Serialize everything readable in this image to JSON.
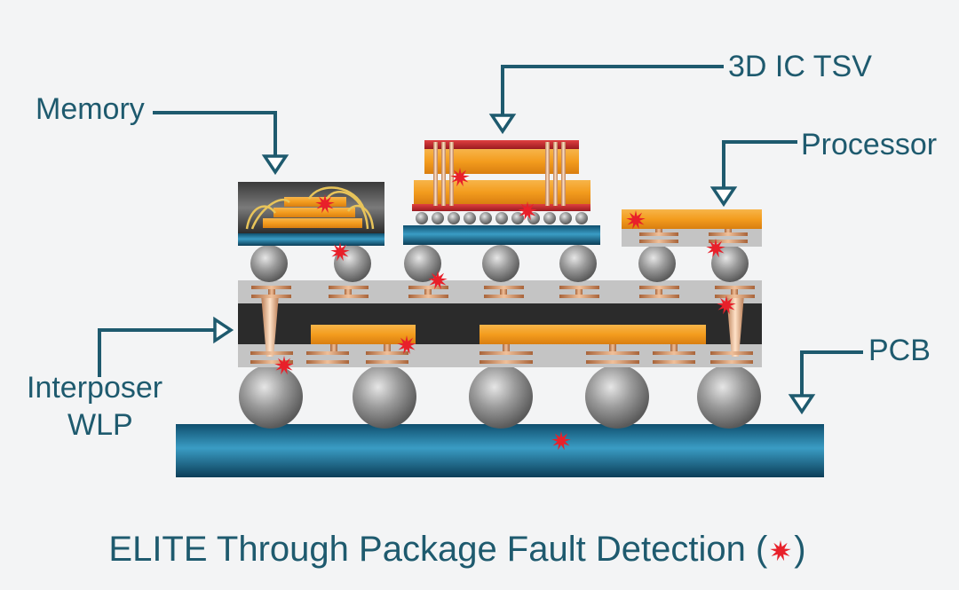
{
  "labels": {
    "memory": "Memory",
    "ic3d": "3D IC TSV",
    "processor": "Processor",
    "pcb": "PCB",
    "interposer": "Interposer",
    "wlp": "WLP"
  },
  "caption": {
    "text": "ELITE Through Package Fault Detection (",
    "close": ")"
  },
  "colors": {
    "label_text": "#1e5a6e",
    "arrow": "#1e5a6e",
    "copper": "#c98a5a",
    "orange": "#f39c1e",
    "blue_substrate": "#1e6f92",
    "fault": "#e8202a",
    "gray_layer": "#c4c4c4",
    "dark_layer": "#2b2b2b"
  },
  "icons": [
    "fault-star-icon",
    "arrow-down-icon",
    "arrow-right-icon"
  ]
}
